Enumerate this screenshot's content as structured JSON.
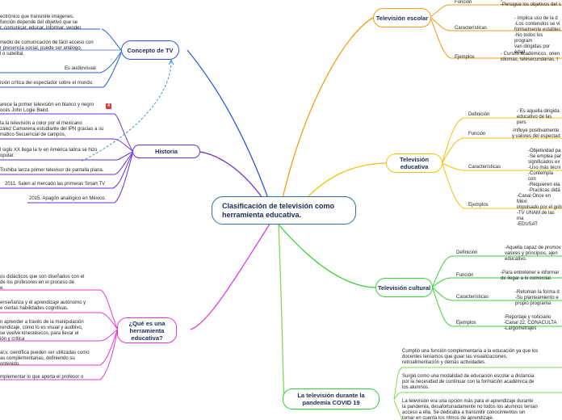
{
  "central": "Clasificación de televisión como herramienta educativa.",
  "concepto": {
    "title": "Concepto de TV",
    "items": [
      "ectrónico que transmite imágenes,\n función depende del objetivo que se\nr, comunicar, educar, informar, vender.",
      " medio de comunicación de fácil acceso con\nr presencia social, puede ser análogo,\nl o satelital.",
      "Es audiovisual",
      "isión crítica del espectador sobre el mundo."
    ]
  },
  "historia": {
    "title": "Historia",
    "items": [
      "arece la primer televisión en blanco y negro\nocés John Logie Baird.",
      "ta la televisión a color por el mexicano\nzález Camarena estudiante del IPN gracias a su\nmático Secuencial de campos,",
      "l siglo XX llega la tv en América latina se hizo\nopular.",
      "Toshiba lanza primer televisor de pantalla plana.",
      "2011. Salen al mercado las primeras Smart TV",
      "2015. Apagón analógico en México."
    ]
  },
  "que_es": {
    "title": "¿Qué es una herramienta educativa?",
    "items": [
      "os didácticos que son diseñados con el\nde los profesores en el proceso de\ne.",
      "enseñanza y el aprendizaje autónomo y\ne ciertas habilidades cognitivas.",
      "n aprender a través de la manipulación\nrendizaje, como lo es visual y auditivo,\n se vuelve   kinestésicos, para llevar el\nión y crítica",
      "al,v. científica pueden ser utilizadas como\nas complementarias, definiendo su\nontenido.",
      "mplementar lo que aporta el profesor o"
    ]
  },
  "escolar": {
    "title": "Televisión escolar",
    "rows": [
      {
        "label": "Función",
        "text": "y sus\n-Persigue los objetivos del s"
      },
      {
        "label": "Características",
        "text": "- Implica uso de la d\n-Los contenidos se vi\nformalmente establec\n-No todos los program\nvan dirigidas por edad"
      },
      {
        "label": "Ejemplos",
        "text": "- Cursos académicos, orien\nidiomas, telesecundarias, t"
      }
    ]
  },
  "educativa": {
    "title": "Televisión educativa",
    "rows": [
      {
        "label": "Definición",
        "text": "- Es aquella dirigida\neducativo de las pers"
      },
      {
        "label": "Función",
        "text": "-Influye positivamente\ny valores del espectad"
      },
      {
        "label": "Características",
        "text": "-Objetividad pa\n-Se emplea par\nsignificados ex\n-Uso más técni\n-Contempla con\n-Requieren ela\n-Practicas didá"
      },
      {
        "label": "Ejemplos",
        "text": "-Canal Once en Méxi\nimpulsado por el gob\n-TV UNAM de las ma\n-EDUSAT"
      }
    ]
  },
  "cultural": {
    "title": "Televisión cultural",
    "rows": [
      {
        "label": "Definición",
        "text": "-Aquella capaz de promov\n valores y principios, ajen\neducativo."
      },
      {
        "label": "Función",
        "text": "-Para entretener e informar\nde llegar a lo comercial."
      },
      {
        "label": "Características",
        "text": "-Retoman la forma d\n-Su planteamiento e\npropio programa"
      },
      {
        "label": "Ejemplos",
        "text": "-Reportaje y noticiario\n-Canal 22, CONACULTA\n-Largometrajes"
      }
    ]
  },
  "covid": {
    "title": "La televisión durante la pandemia COVID 19",
    "items": [
      "Cumplió una función complementaria a la educación ya que los\ndocentes teníamos que guiar las visualizaciones,\nretroalimentación y demás actividades.",
      "Surgió como una modalidad de educación escolar a distancia\npor la necesidad de continuar con la formación académica de\nlos alumnos.",
      "La televisión era una opción más para el aprendizaje durante\nla pandemia, desafortunadamente no todos los alumnos tenían\nacceso a ella. Se dedicaba a transmitir conocimientos sin\ntomar en cuenta los ritmos de aprendizaje."
    ]
  },
  "colors": {
    "concepto": "#2b5fd9",
    "historia": "#6a2fd6",
    "que_es": "#e03ad6",
    "escolar": "#f39c12",
    "educativa": "#f1c40f",
    "cultural": "#3ad13a",
    "covid": "#7ed957",
    "dashed": "#4a90d9"
  },
  "marker_icon": "number-four-icon",
  "marker_text": "4"
}
